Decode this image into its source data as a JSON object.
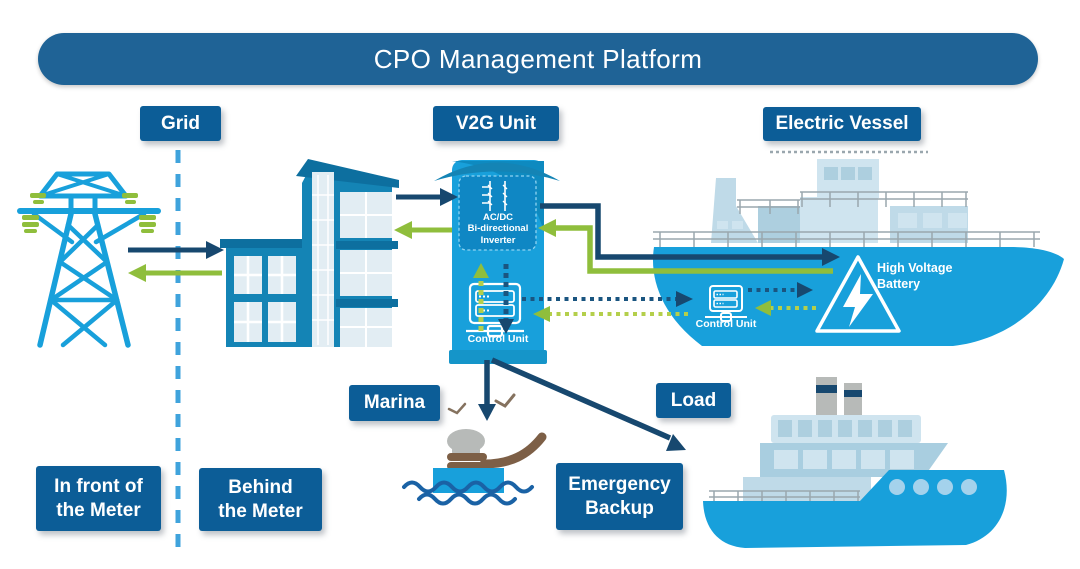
{
  "title": {
    "text": "CPO Management Platform"
  },
  "labels": {
    "grid": "Grid",
    "v2g_unit": "V2G Unit",
    "electric_vessel": "Electric Vessel",
    "marina": "Marina",
    "load": "Load",
    "emergency_backup": "Emergency\nBackup",
    "in_front_of_meter": "In front of\nthe Meter",
    "behind_the_meter": "Behind\nthe Meter"
  },
  "v2g": {
    "inverter_label": "AC/DC\nBi-directional\nInverter",
    "control_unit_label": "Control Unit"
  },
  "vessel": {
    "battery_label": "High Voltage\nBattery",
    "control_unit_label": "Control Unit"
  },
  "flows": [
    {
      "from": "grid",
      "to": "building",
      "color": "navy",
      "style": "solid"
    },
    {
      "from": "building",
      "to": "grid",
      "color": "green",
      "style": "solid"
    },
    {
      "from": "building",
      "to": "v2g-unit",
      "color": "navy",
      "style": "solid"
    },
    {
      "from": "v2g-unit",
      "to": "building",
      "color": "green",
      "style": "solid"
    },
    {
      "from": "v2g-inverter",
      "to": "vessel-battery",
      "color": "navy",
      "style": "solid"
    },
    {
      "from": "vessel-battery",
      "to": "v2g-inverter",
      "color": "green",
      "style": "solid"
    },
    {
      "from": "v2g-control-unit",
      "to": "vessel-control-unit",
      "color": "navy",
      "style": "dotted"
    },
    {
      "from": "vessel-control-unit",
      "to": "v2g-control-unit",
      "color": "green",
      "style": "dotted"
    },
    {
      "from": "vessel-control-unit",
      "to": "vessel-battery",
      "color": "navy",
      "style": "dotted"
    },
    {
      "from": "vessel-battery",
      "to": "vessel-control-unit",
      "color": "green",
      "style": "dotted"
    },
    {
      "from": "v2g-control-unit",
      "to": "v2g-inverter",
      "color": "green",
      "style": "dashed"
    },
    {
      "from": "v2g-inverter",
      "to": "v2g-control-unit",
      "color": "navy",
      "style": "dashed"
    },
    {
      "from": "v2g-unit",
      "to": "marina",
      "color": "navy",
      "style": "solid"
    },
    {
      "from": "v2g-unit",
      "to": "load",
      "color": "navy",
      "style": "solid"
    }
  ],
  "icons": [
    "transmission-tower-icon",
    "building-icon",
    "v2g-charger-icon",
    "inverter-icon",
    "control-unit-icon",
    "electric-vessel-icon",
    "high-voltage-battery-icon",
    "mooring-bollard-icon",
    "seagull-icon",
    "ferry-icon",
    "waves-icon"
  ],
  "colors": {
    "banner_blue": "#1F6396",
    "pill_blue": "#0C5D97",
    "bright_blue": "#18A0DB",
    "teal": "#1484B5",
    "teal_dark": "#0D6F9F",
    "navy": "#17486F",
    "navy_light": "#1A5580",
    "green": "#8FBE3C",
    "green_light": "#B4CF4B",
    "dash_blue": "#3FA3DC",
    "super_light": "#BFDAE8",
    "super_lighter": "#CFE4EF",
    "window_light": "#E2EDF3",
    "gray_steel": "#B7BAB8",
    "rope_brown": "#7D5F46",
    "wave_blue": "#1A62A5"
  }
}
